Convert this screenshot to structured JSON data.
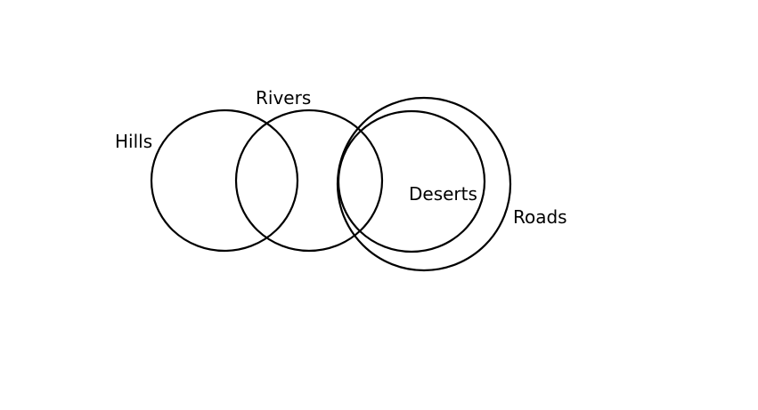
{
  "diagram": {
    "type": "venn",
    "sets": [
      {
        "id": "hills",
        "label": "Hills"
      },
      {
        "id": "rivers",
        "label": "Rivers"
      },
      {
        "id": "deserts",
        "label": "Deserts"
      },
      {
        "id": "roads",
        "label": "Roads"
      }
    ],
    "stroke_color": "#000000",
    "background_color": "#ffffff"
  }
}
